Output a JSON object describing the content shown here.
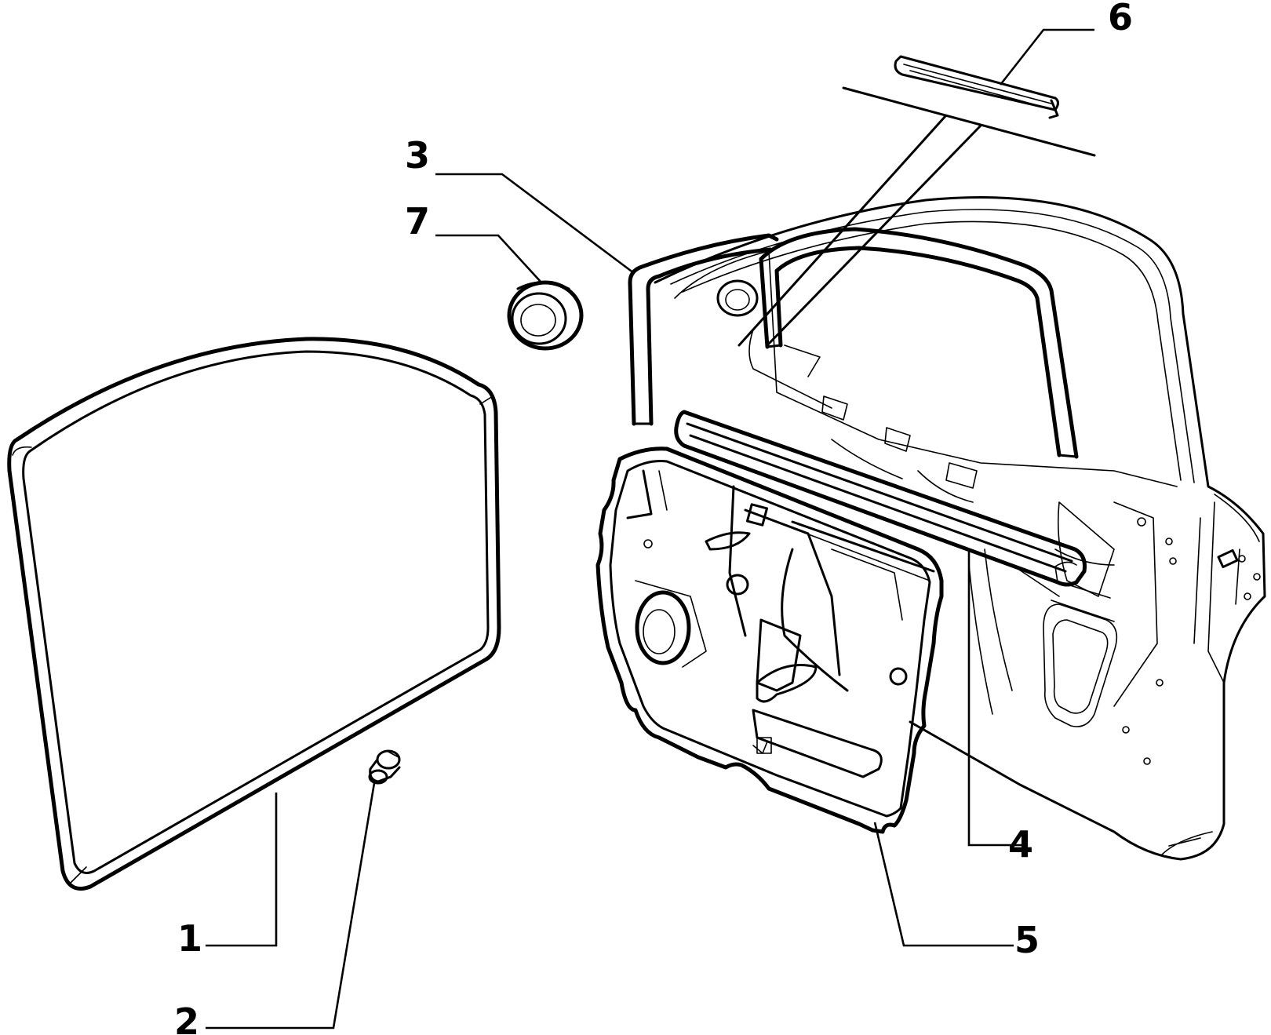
{
  "colors": {
    "ink": "#000000",
    "paper": "#ffffff"
  },
  "callouts": [
    {
      "id": "1",
      "label": "1"
    },
    {
      "id": "2",
      "label": "2"
    },
    {
      "id": "3",
      "label": "3"
    },
    {
      "id": "4",
      "label": "4"
    },
    {
      "id": "5",
      "label": "5"
    },
    {
      "id": "6",
      "label": "6"
    },
    {
      "id": "7",
      "label": "7"
    }
  ]
}
